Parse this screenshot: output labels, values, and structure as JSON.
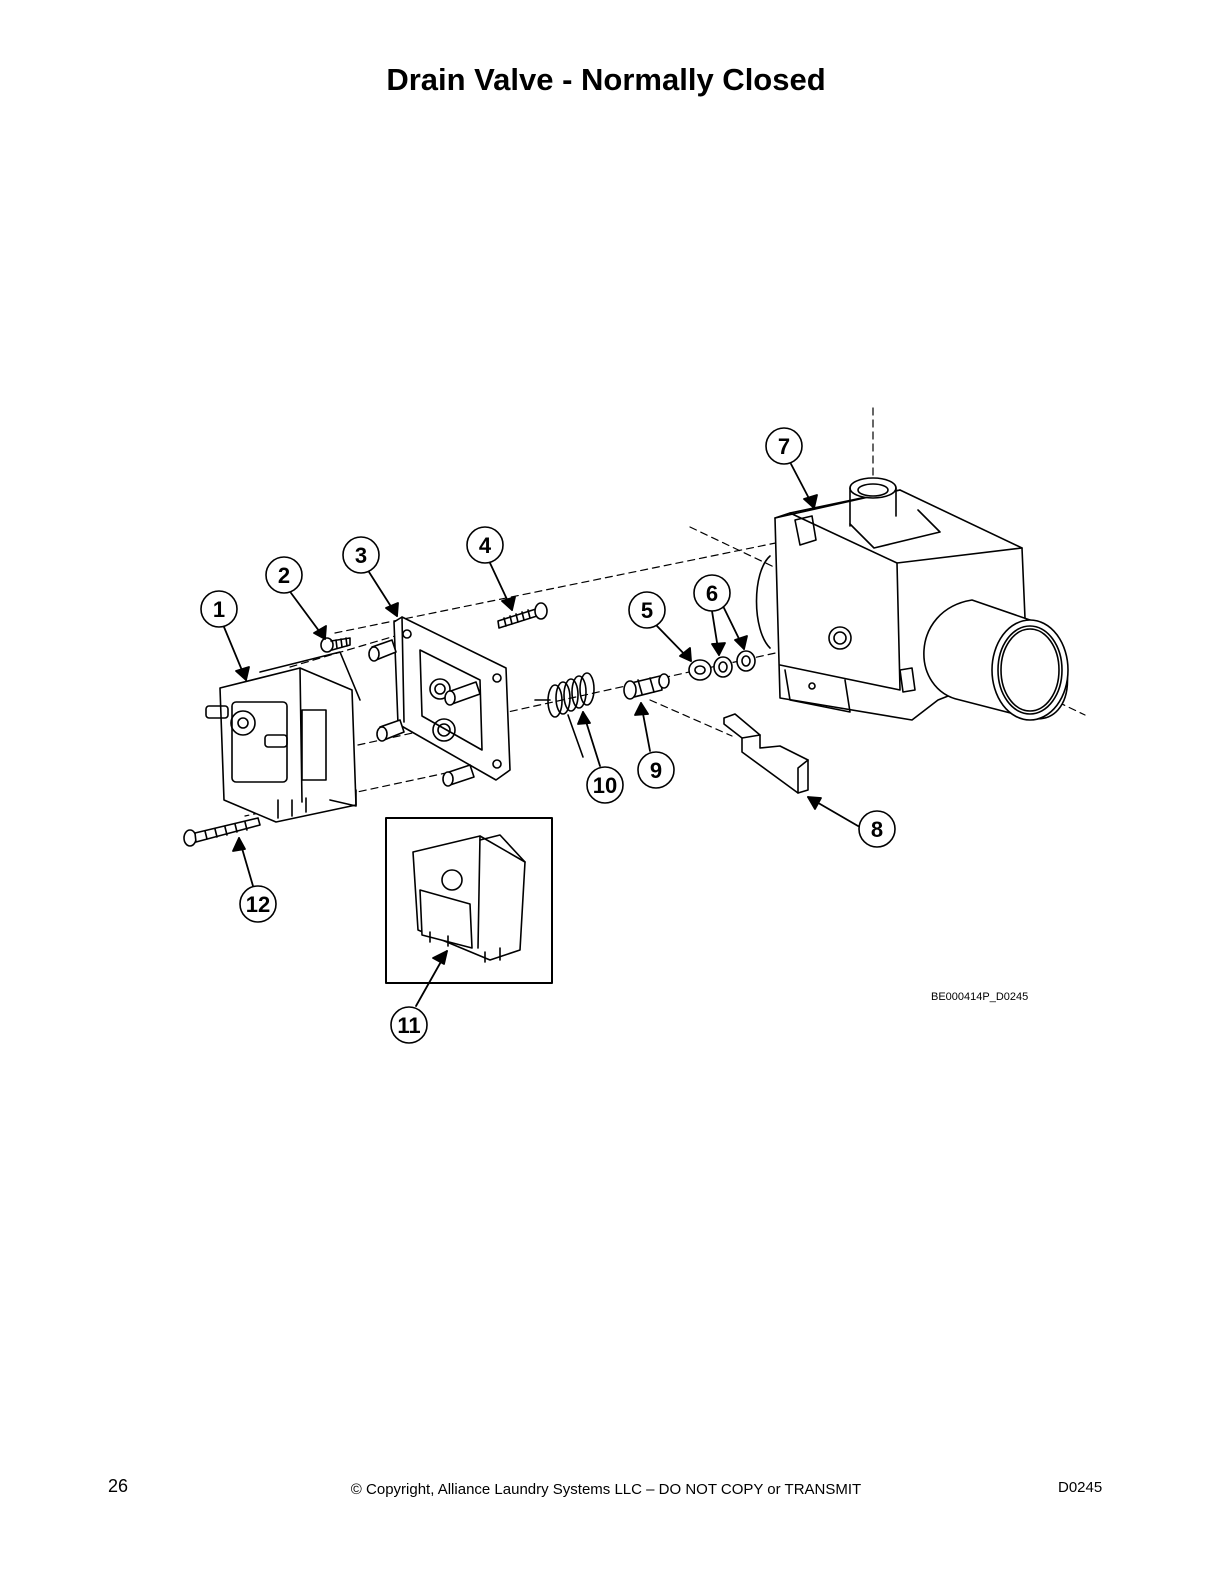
{
  "page": {
    "title": "Drain Valve - Normally Closed",
    "figure_id": "BE000414P_D0245",
    "page_number": "26",
    "copyright": "© Copyright, Alliance Laundry Systems LLC – DO NOT COPY or TRANSMIT",
    "doc_code": "D0245"
  },
  "callouts": [
    {
      "id": "callout-1",
      "label": "1"
    },
    {
      "id": "callout-2",
      "label": "2"
    },
    {
      "id": "callout-3",
      "label": "3"
    },
    {
      "id": "callout-4",
      "label": "4"
    },
    {
      "id": "callout-5",
      "label": "5"
    },
    {
      "id": "callout-6",
      "label": "6"
    },
    {
      "id": "callout-7",
      "label": "7"
    },
    {
      "id": "callout-8",
      "label": "8"
    },
    {
      "id": "callout-9",
      "label": "9"
    },
    {
      "id": "callout-10",
      "label": "10"
    },
    {
      "id": "callout-11",
      "label": "11"
    },
    {
      "id": "callout-12",
      "label": "12"
    }
  ]
}
